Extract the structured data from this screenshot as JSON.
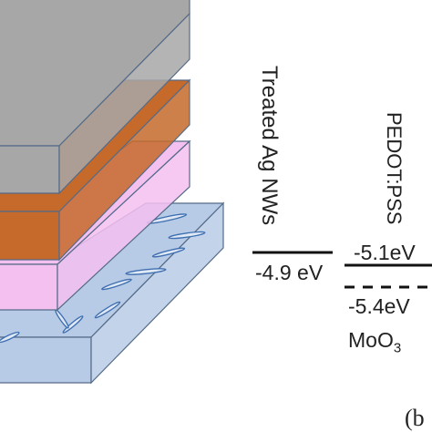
{
  "figure": {
    "panel_label": "(b",
    "colors": {
      "top_layer": "#a7a7a7",
      "orange_layer": "#c56a2a",
      "pink_layer": "#f4c0f0",
      "substrate": "#b7cbe6",
      "outline": "#556b88"
    }
  },
  "levels": [
    {
      "material": "Treated Ag NWs",
      "energy": "-4.9 eV",
      "style": "solid"
    },
    {
      "material": "PEDOT:PSS",
      "energy": "-5.1eV",
      "style": "solid"
    },
    {
      "material_base": "MoO",
      "material_sub": "3",
      "energy": "-5.4eV",
      "style": "dashed"
    }
  ]
}
